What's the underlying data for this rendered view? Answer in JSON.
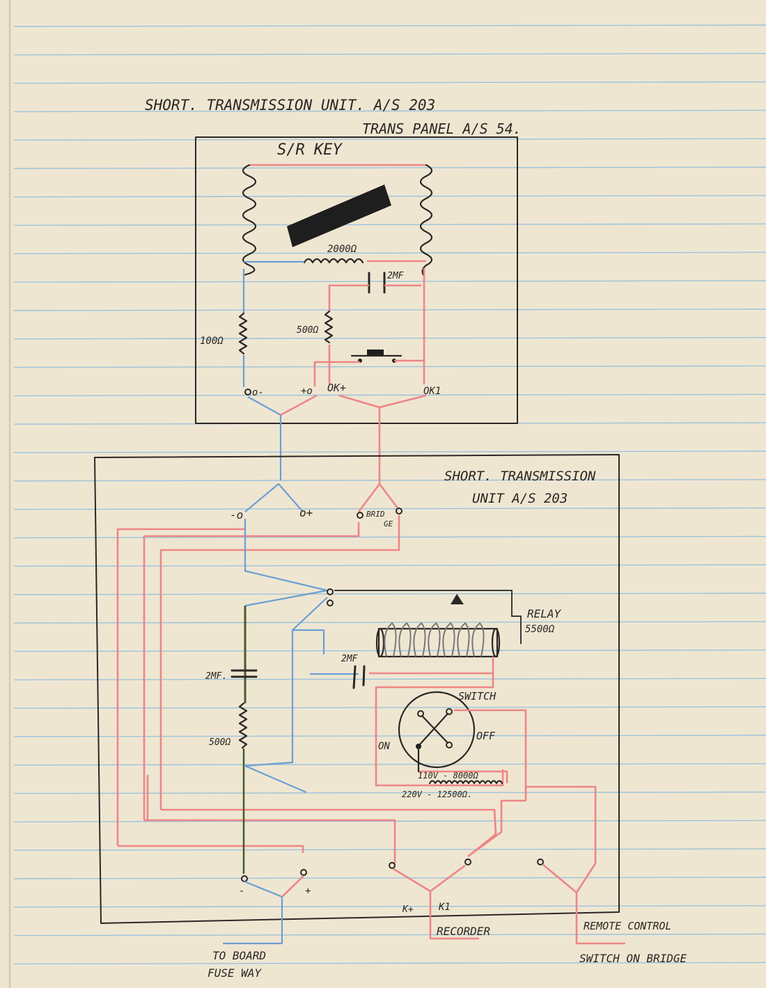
{
  "title": "SHORT. TRANSMISSION UNIT. A/S 203",
  "subtitle": "TRANS PANEL A/S 54.",
  "upper_panel": {
    "label": "S/R KEY",
    "resistor_2000": "2000Ω",
    "capacitor_2mf": "2MF",
    "resistor_500": "500Ω",
    "resistor_100": "100Ω",
    "terminal_minus": "o-",
    "terminal_plus": "+o",
    "terminal_ok_plus": "OK+",
    "terminal_ok1": "OK1"
  },
  "lower_panel": {
    "label_line1": "SHORT. TRANSMISSION",
    "label_line2": "UNIT A/S 203",
    "terminal_minus": "-o",
    "terminal_plus": "o+",
    "terminal_bridge_1": "BRID",
    "terminal_bridge_2": "GE",
    "relay_label": "RELAY",
    "relay_resistance": "5500Ω",
    "capacitor_relay": "2MF",
    "capacitor_left": "2MF.",
    "resistor_left": "500Ω",
    "switch_label": "SWITCH",
    "switch_on": "ON",
    "switch_off": "OFF",
    "resistor_110": "110V - 8000Ω",
    "resistor_220": "220V - 12500Ω.",
    "bottom_minus": "-",
    "bottom_plus": "+",
    "k_plus": "K+",
    "k1": "K1"
  },
  "external": {
    "to_board_1": "TO BOARD",
    "to_board_2": "FUSE WAY",
    "recorder": "RECORDER",
    "remote_1": "REMOTE CONTROL",
    "remote_2": "SWITCH ON BRIDGE"
  },
  "colors": {
    "paper": "#efe6d2",
    "rule": "#9cc3db",
    "red_pencil": "#ee8585",
    "blue_pencil": "#6a9fd2",
    "ink": "#2b2724"
  }
}
